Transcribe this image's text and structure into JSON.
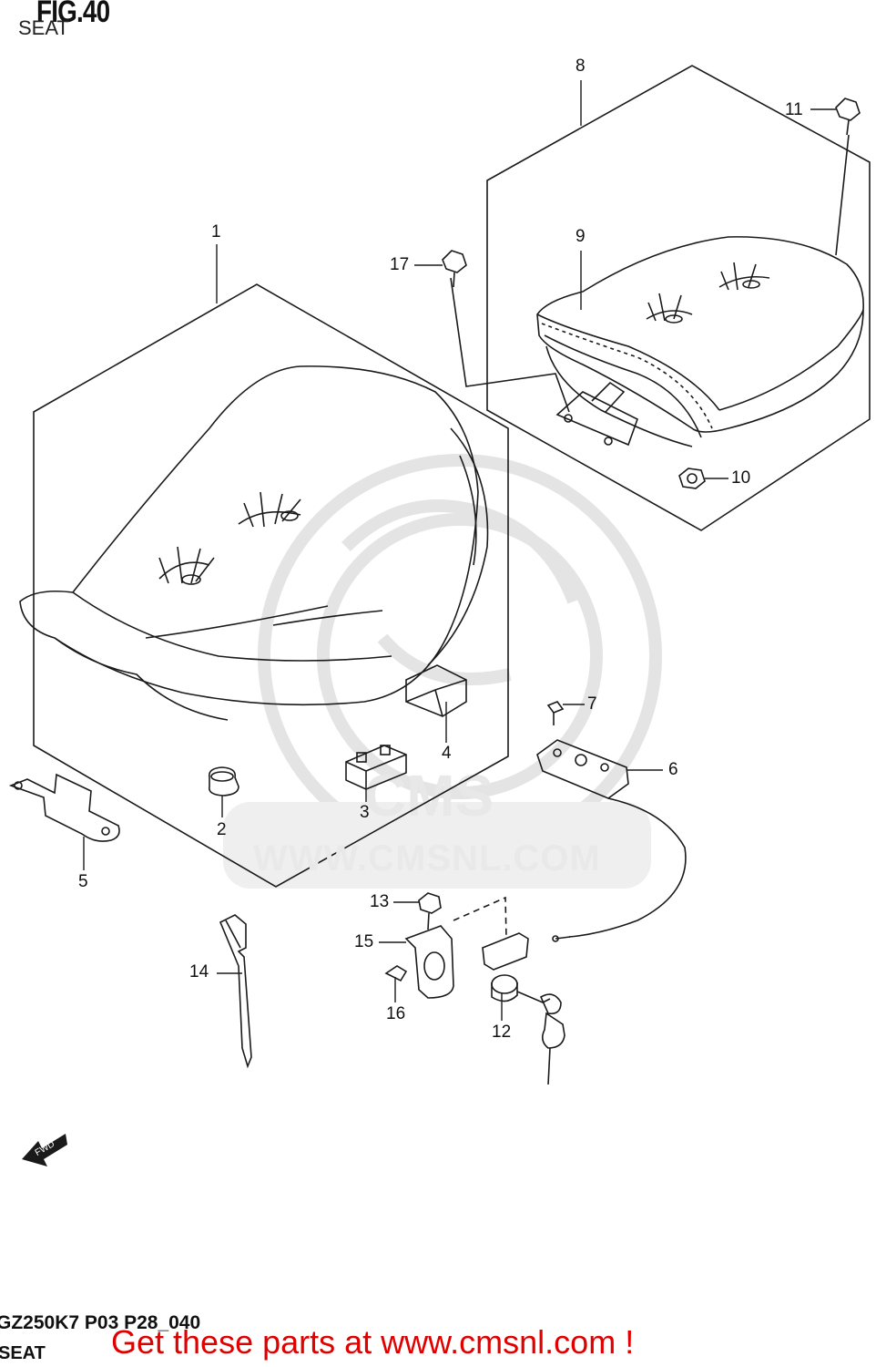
{
  "figure": {
    "title": "FIG.40",
    "subtitle": "SEAT"
  },
  "watermark": {
    "text": "WWW.CMSNL.COM",
    "logo": "CMS"
  },
  "fwd_arrow": {
    "label": "FWD"
  },
  "callouts": [
    "1",
    "2",
    "3",
    "4",
    "5",
    "6",
    "7",
    "8",
    "9",
    "10",
    "11",
    "12",
    "13",
    "14",
    "15",
    "16",
    "17"
  ],
  "footer": {
    "model_code": "GZ250K7 P03 P28_040",
    "section": "SEAT",
    "promo": "Get these parts at www.cmsnl.com !"
  },
  "colors": {
    "line": "#1a1a1a",
    "watermark": "#e6e6e6",
    "promo": "#e00000"
  }
}
